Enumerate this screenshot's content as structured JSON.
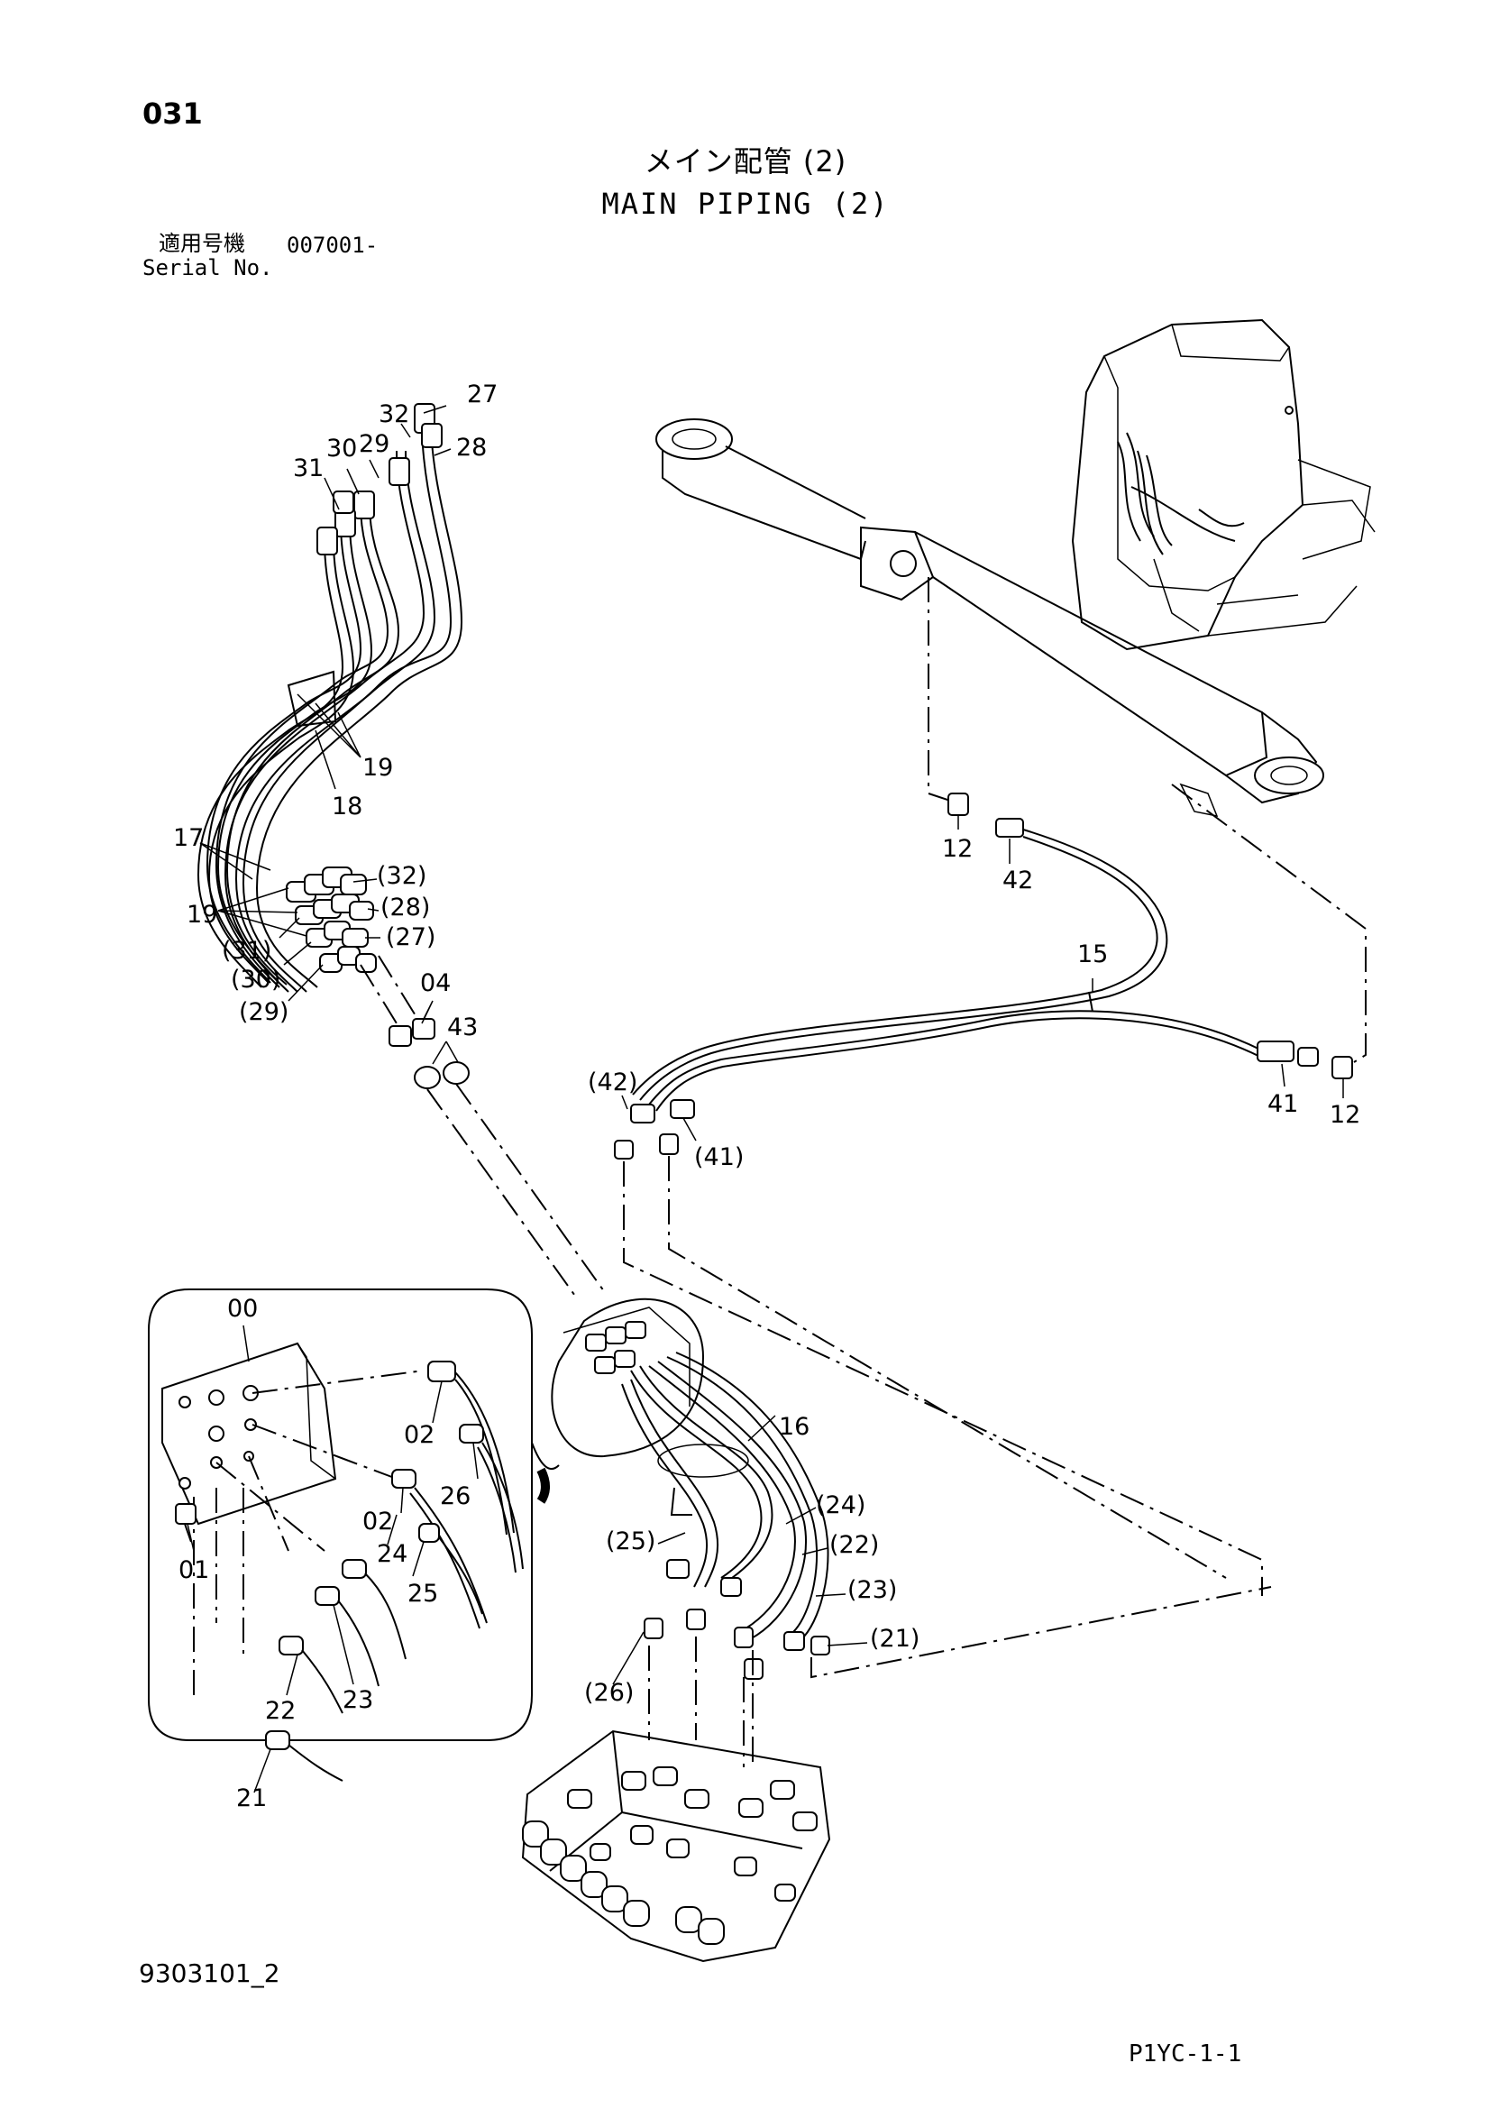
{
  "header": {
    "page_number": "031",
    "title_jp": "メイン配管 (2)",
    "title_en": "MAIN PIPING (2)",
    "serial_label_jp": "適用号機",
    "serial_value": "007001-",
    "serial_label_en": "Serial No."
  },
  "callouts": {
    "c27": "27",
    "c32": "32",
    "c28": "28",
    "c30": "30",
    "c29": "29",
    "c31": "31",
    "c19a": "19",
    "c18": "18",
    "c17": "17",
    "c32p": "(32)",
    "c28p": "(28)",
    "c19b": "19",
    "c27p": "(27)",
    "c31p": "(31)",
    "c30p": "(30)",
    "c29p": "(29)",
    "c04": "04",
    "c43": "43",
    "c12a": "12",
    "c42": "42",
    "c15": "15",
    "c41": "41",
    "c12b": "12",
    "c42p": "(42)",
    "c41p": "(41)",
    "c00": "00",
    "c02a": "02",
    "c26": "26",
    "c02b": "02",
    "c24": "24",
    "c01": "01",
    "c25": "25",
    "c22": "22",
    "c23": "23",
    "c21": "21",
    "c16": "16",
    "c24p": "(24)",
    "c25p": "(25)",
    "c22p": "(22)",
    "c23p": "(23)",
    "c21p": "(21)",
    "c26p": "(26)"
  },
  "footer": {
    "doc_id": "9303101_2",
    "sheet_id": "P1YC-1-1"
  }
}
